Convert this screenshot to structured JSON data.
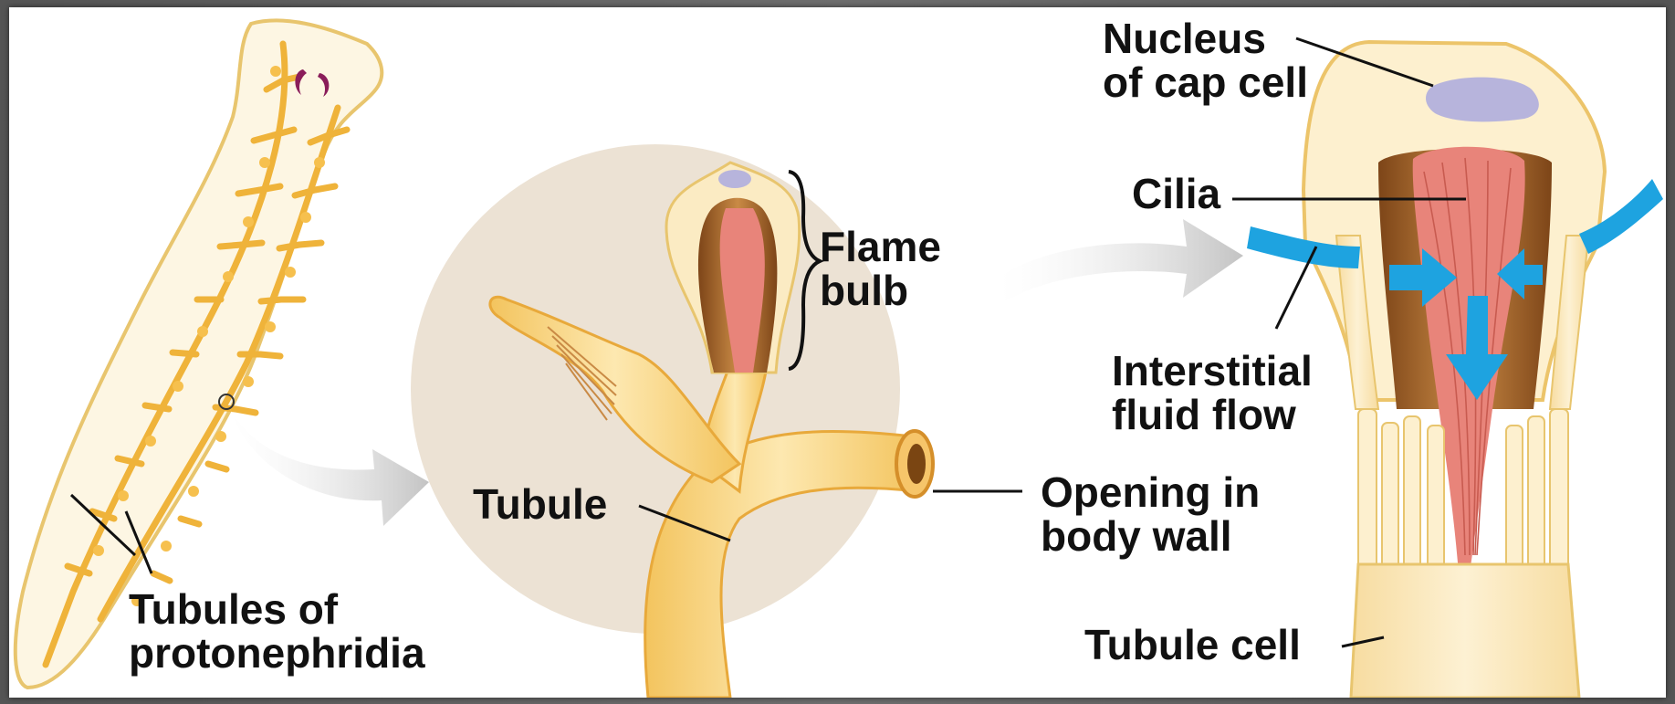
{
  "labels": {
    "tubules_of": "Tubules of",
    "protonephridia": "protonephridia",
    "flame": "Flame",
    "bulb": "bulb",
    "tubule": "Tubule",
    "opening_in": "Opening in",
    "body_wall": "body wall",
    "nucleus": "Nucleus",
    "of_cap_cell": "of cap cell",
    "cilia": "Cilia",
    "interstitial": "Interstitial",
    "fluid_flow": "fluid flow",
    "tubule_cell": "Tubule cell"
  },
  "colors": {
    "tubule_fill": "#f7d27a",
    "tubule_edge": "#e3a93b",
    "worm_body": "#fdf6e3",
    "circle_bg": "#ece2d4",
    "cilia_red": "#e8847a",
    "bulb_brown": "#a8662e",
    "nucleus_purple": "#b7b4dc",
    "flow_blue": "#1ea3e0",
    "arrow_gray": "#c9c9c9"
  }
}
